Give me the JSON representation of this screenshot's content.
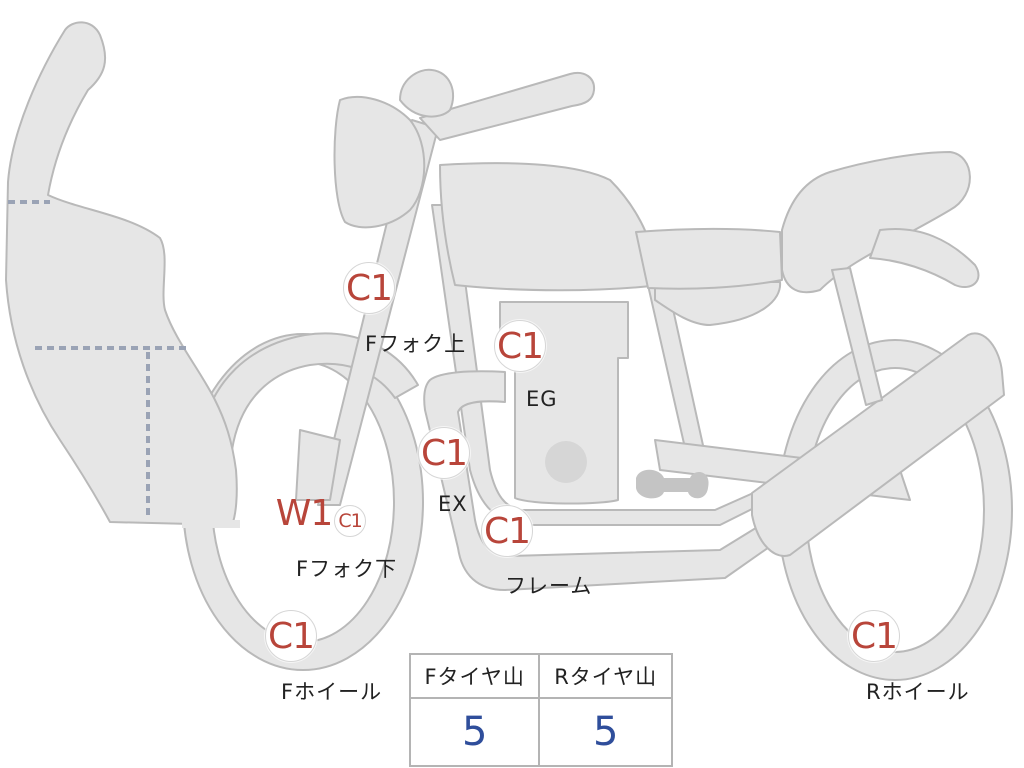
{
  "badges": {
    "fork_upper": "C1",
    "engine": "C1",
    "exhaust": "C1",
    "fork_lower_w": "W1",
    "fork_lower_c": "C1",
    "frame": "C1",
    "front_wheel": "C1",
    "rear_wheel": "C1"
  },
  "labels": {
    "fork_upper": "Fフォク上",
    "engine": "EG",
    "exhaust": "EX",
    "fork_lower": "Fフォク下",
    "frame": "フレーム",
    "front_wheel": "Fホイール",
    "rear_wheel": "Rホイール"
  },
  "tread_table": {
    "headers": [
      "Fタイヤ山",
      "Rタイヤ山"
    ],
    "values": [
      "5",
      "5"
    ]
  },
  "colors": {
    "part_fill": "#e6e6e6",
    "part_stroke": "#b9b9b9",
    "badge_text": "#b8453a",
    "value_text": "#2f4e9b"
  }
}
